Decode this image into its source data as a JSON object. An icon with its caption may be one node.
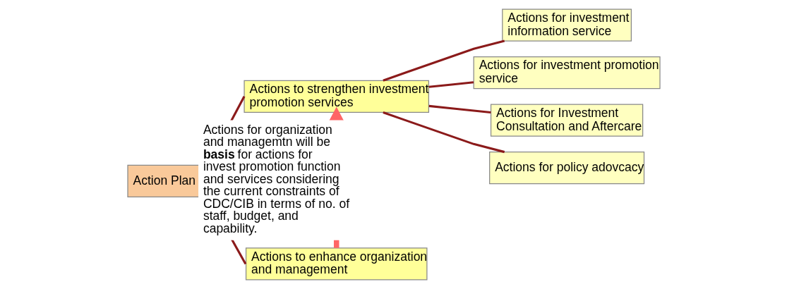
{
  "diagram": {
    "nodes": [
      {
        "text": [
          "Action Plan"
        ]
      },
      {
        "text": [
          "Actions to strengthen investment promotion services"
        ]
      },
      {
        "text": [
          "Actions to enhance organization and management"
        ]
      },
      {
        "text": [
          "Actions for investment information service"
        ]
      },
      {
        "text": [
          "Actions for investment promotion service"
        ]
      },
      {
        "text": [
          "Actions for Investment Consultation and Aftercare"
        ]
      },
      {
        "text": [
          "Actions for policy adovcacy"
        ]
      }
    ],
    "edges": [
      {
        "from": 0,
        "to": 1,
        "arrow": "none"
      },
      {
        "from": 0,
        "to": 2,
        "arrow": "none"
      },
      {
        "from": 1,
        "to": 3,
        "arrow": "none"
      },
      {
        "from": 1,
        "to": 4,
        "arrow": "none"
      },
      {
        "from": 1,
        "to": 5,
        "arrow": "none"
      },
      {
        "from": 1,
        "to": 6,
        "arrow": "none"
      },
      {
        "from": 2,
        "to": 1,
        "arrow": "to",
        "style": "thick",
        "color": "#ff6666",
        "label": "Actions for organization and managemtn will be **basis** for actions for invest promotion function and services considering the current constraints of CDC/CIB in terms of no. of staff, budget, and capability."
      }
    ]
  }
}
